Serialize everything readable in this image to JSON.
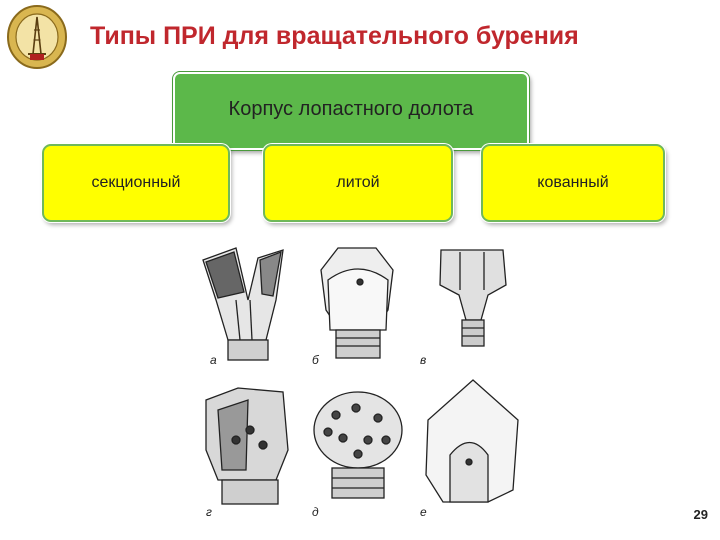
{
  "title": "Типы ПРИ для вращательного бурения",
  "main_node": "Корпус лопастного долота",
  "types": [
    "секционный",
    "литой",
    "кованный"
  ],
  "figure_labels": [
    "а",
    "б",
    "в",
    "г",
    "д",
    "е"
  ],
  "page_number": "29",
  "colors": {
    "title": "#c0272d",
    "main_box": "#5cb84a",
    "type_box": "#ffff00"
  },
  "icons": {
    "logo": "university-emblem-icon"
  }
}
